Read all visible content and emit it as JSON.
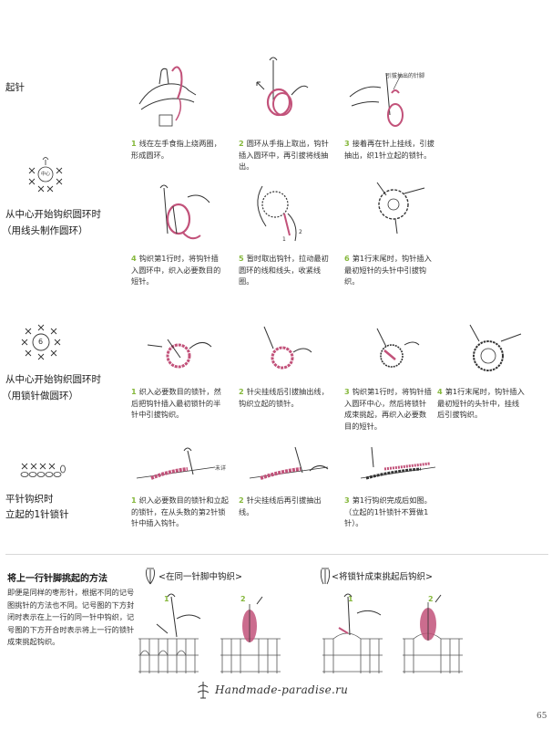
{
  "sections": [
    {
      "title": "起针",
      "steps": [
        {
          "num": "1",
          "text": "线在左手食指上绕两圈，形成圆环。"
        },
        {
          "num": "2",
          "text": "圆环从手指上取出，钩针插入圆环中，再引拔将线抽出。"
        },
        {
          "num": "3",
          "text": "接着再在针上挂线，引拔抽出，织1针立起的锁针。"
        }
      ],
      "callout": "引拔抽出的针脚"
    },
    {
      "title": "从中心开始钩织圆环时",
      "subtitle": "（用线头制作圆环）",
      "steps": [
        {
          "num": "4",
          "text": "钩织第1行时，将钩针插入圆环中，织入必要数目的短针。"
        },
        {
          "num": "5",
          "text": "暂时取出钩针，拉动最初圆环的线和线头，收紧线圈。"
        },
        {
          "num": "6",
          "text": "第1行末尾时，钩针插入最初短针的头针中引拔钩织。"
        }
      ],
      "symbol_center": "中心"
    },
    {
      "title": "从中心开始钩织圆环时",
      "subtitle": "（用锁针做圆环）",
      "steps": [
        {
          "num": "1",
          "text": "织入必要数目的锁针，然后把钩针插入最初锁针的半针中引拔钩织。"
        },
        {
          "num": "2",
          "text": "针尖挂线后引拔抽出线，钩织立起的锁针。"
        },
        {
          "num": "3",
          "text": "钩织第1行时，将钩针插入圆环中心，然后将锁针成束挑起，再织入必要数目的短针。"
        },
        {
          "num": "4",
          "text": "第1行末尾时，钩针插入最初短针的头针中，挂线后引拔钩织。"
        }
      ],
      "symbol_center": "6"
    },
    {
      "title": "平针钩织时",
      "subtitle": "立起的1针锁针",
      "steps": [
        {
          "num": "1",
          "text": "织入必要数目的锁针和立起的锁针，在从头数的第2针锁针中插入钩针。"
        },
        {
          "num": "2",
          "text": "针尖挂线后再引拔抽出线。"
        },
        {
          "num": "3",
          "text": "第1行钩织完成后如图。（立起的1针锁针不算做1针）。"
        }
      ],
      "callout": "未详"
    }
  ],
  "bottom": {
    "title": "将上一行针脚挑起的方法",
    "text": "即便是同样的枣形针，根据不同的记号图挑针的方法也不同。记号图的下方封闭时表示在上一行的同一针中钩织，记号图的下方开合时表示将上一行的锁针成束挑起钩织。",
    "method_a": "<在同一针脚中钩织>",
    "method_b": "<将锁针成束挑起后钩织>",
    "fig_nums": [
      "1",
      "2",
      "1",
      "2"
    ]
  },
  "watermark": "Handmade-paradise.ru",
  "page_number": "65",
  "colors": {
    "yarn": "#c2527a",
    "accent": "#86b83c",
    "line": "#333333"
  }
}
